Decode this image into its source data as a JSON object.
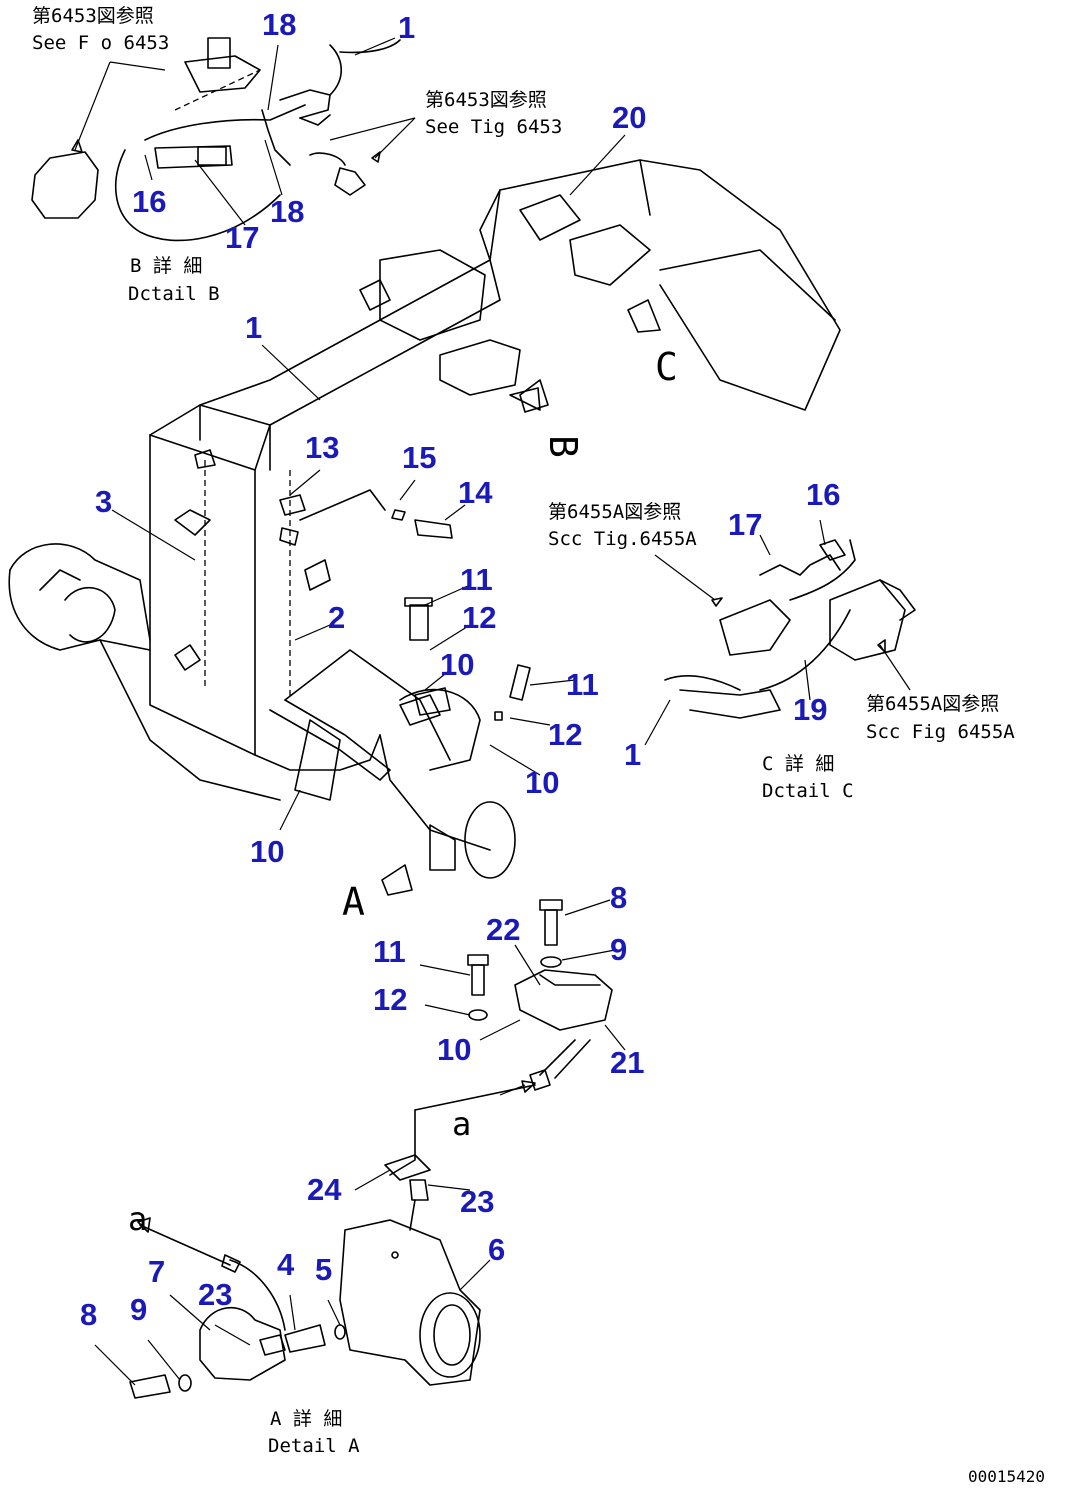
{
  "callouts": [
    {
      "id": "c18a",
      "label": "18"
    },
    {
      "id": "c1a",
      "label": "1"
    },
    {
      "id": "c20",
      "label": "20"
    },
    {
      "id": "c16a",
      "label": "16"
    },
    {
      "id": "c17a",
      "label": "17"
    },
    {
      "id": "c18b",
      "label": "18"
    },
    {
      "id": "c1b",
      "label": "1"
    },
    {
      "id": "c13",
      "label": "13"
    },
    {
      "id": "c15",
      "label": "15"
    },
    {
      "id": "c14",
      "label": "14"
    },
    {
      "id": "c3",
      "label": "3"
    },
    {
      "id": "c17b",
      "label": "17"
    },
    {
      "id": "c16b",
      "label": "16"
    },
    {
      "id": "c11a",
      "label": "11"
    },
    {
      "id": "c2",
      "label": "2"
    },
    {
      "id": "c12a",
      "label": "12"
    },
    {
      "id": "c10a",
      "label": "10"
    },
    {
      "id": "c11b",
      "label": "11"
    },
    {
      "id": "c12b",
      "label": "12"
    },
    {
      "id": "c10b",
      "label": "10"
    },
    {
      "id": "c19",
      "label": "19"
    },
    {
      "id": "c1c",
      "label": "1"
    },
    {
      "id": "c10c",
      "label": "10"
    },
    {
      "id": "c8a",
      "label": "8"
    },
    {
      "id": "c22",
      "label": "22"
    },
    {
      "id": "c9a",
      "label": "9"
    },
    {
      "id": "c11c",
      "label": "11"
    },
    {
      "id": "c12c",
      "label": "12"
    },
    {
      "id": "c10d",
      "label": "10"
    },
    {
      "id": "c21",
      "label": "21"
    },
    {
      "id": "c24",
      "label": "24"
    },
    {
      "id": "c23a",
      "label": "23"
    },
    {
      "id": "c6",
      "label": "6"
    },
    {
      "id": "c7",
      "label": "7"
    },
    {
      "id": "c4",
      "label": "4"
    },
    {
      "id": "c5",
      "label": "5"
    },
    {
      "id": "c23b",
      "label": "23"
    },
    {
      "id": "c8b",
      "label": "8"
    },
    {
      "id": "c9b",
      "label": "9"
    }
  ],
  "references": {
    "fig6453_top_jp": "第6453図参照",
    "fig6453_top_en": "See F o 6453",
    "fig6453_mid_jp": "第6453図参照",
    "fig6453_mid_en": "See Tig 6453",
    "fig6455a_a_jp": "第6455A図参照",
    "fig6455a_a_en": "Scc Tig.6455A",
    "fig6455a_b_jp": "第6455A図参照",
    "fig6455a_b_en": "Scc Fig 6455A"
  },
  "views": {
    "detail_b_jp": "B 詳 細",
    "detail_b_en": "Dctail B",
    "detail_c_jp": "C 詳 細",
    "detail_c_en": "Dctail C",
    "detail_a_jp": "A 詳 細",
    "detail_a_en": "Detail A",
    "letter_c": "C",
    "letter_b": "B",
    "letter_a": "A",
    "letter_a_lower_1": "a",
    "letter_a_lower_2": "a"
  },
  "drawing_code": "00015420"
}
